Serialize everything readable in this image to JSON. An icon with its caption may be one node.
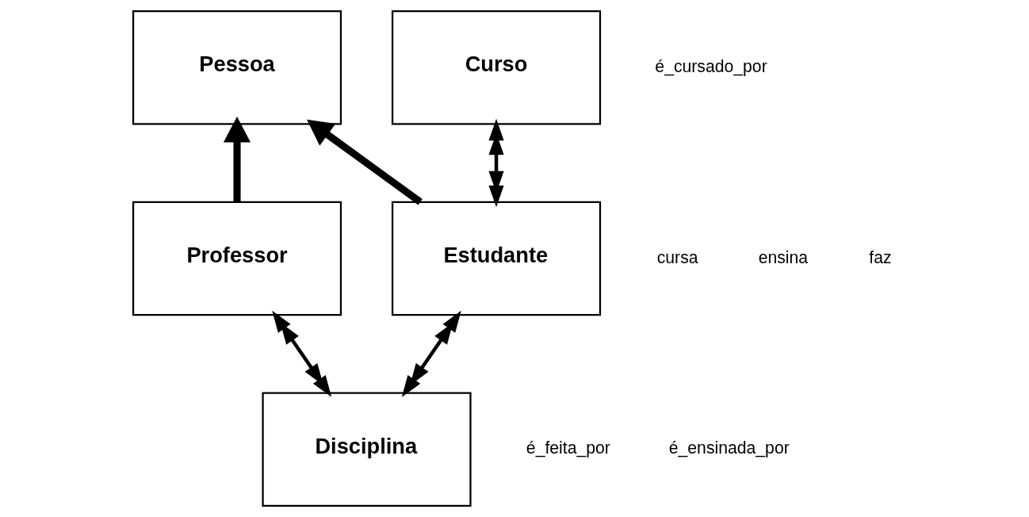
{
  "diagram": {
    "nodes": [
      {
        "text": [
          "Pessoa"
        ]
      },
      {
        "text": [
          "Curso"
        ]
      },
      {
        "text": [
          "Professor"
        ]
      },
      {
        "text": [
          "Estudante"
        ]
      },
      {
        "text": [
          "Disciplina"
        ]
      }
    ],
    "edges": [
      {
        "from": 2,
        "to": 0,
        "arrow": "to",
        "style": "thick"
      },
      {
        "from": 3,
        "to": 0,
        "arrow": "to",
        "style": "thick"
      },
      {
        "from": 1,
        "to": 3,
        "arrow": "both"
      },
      {
        "from": 4,
        "to": 3,
        "arrow": "both"
      },
      {
        "from": 4,
        "to": 2,
        "arrow": "both"
      }
    ],
    "labels": [
      "é_cursado_por",
      "cursa",
      "ensina",
      "faz",
      "é_feita_por",
      "é_ensinada_por"
    ]
  }
}
